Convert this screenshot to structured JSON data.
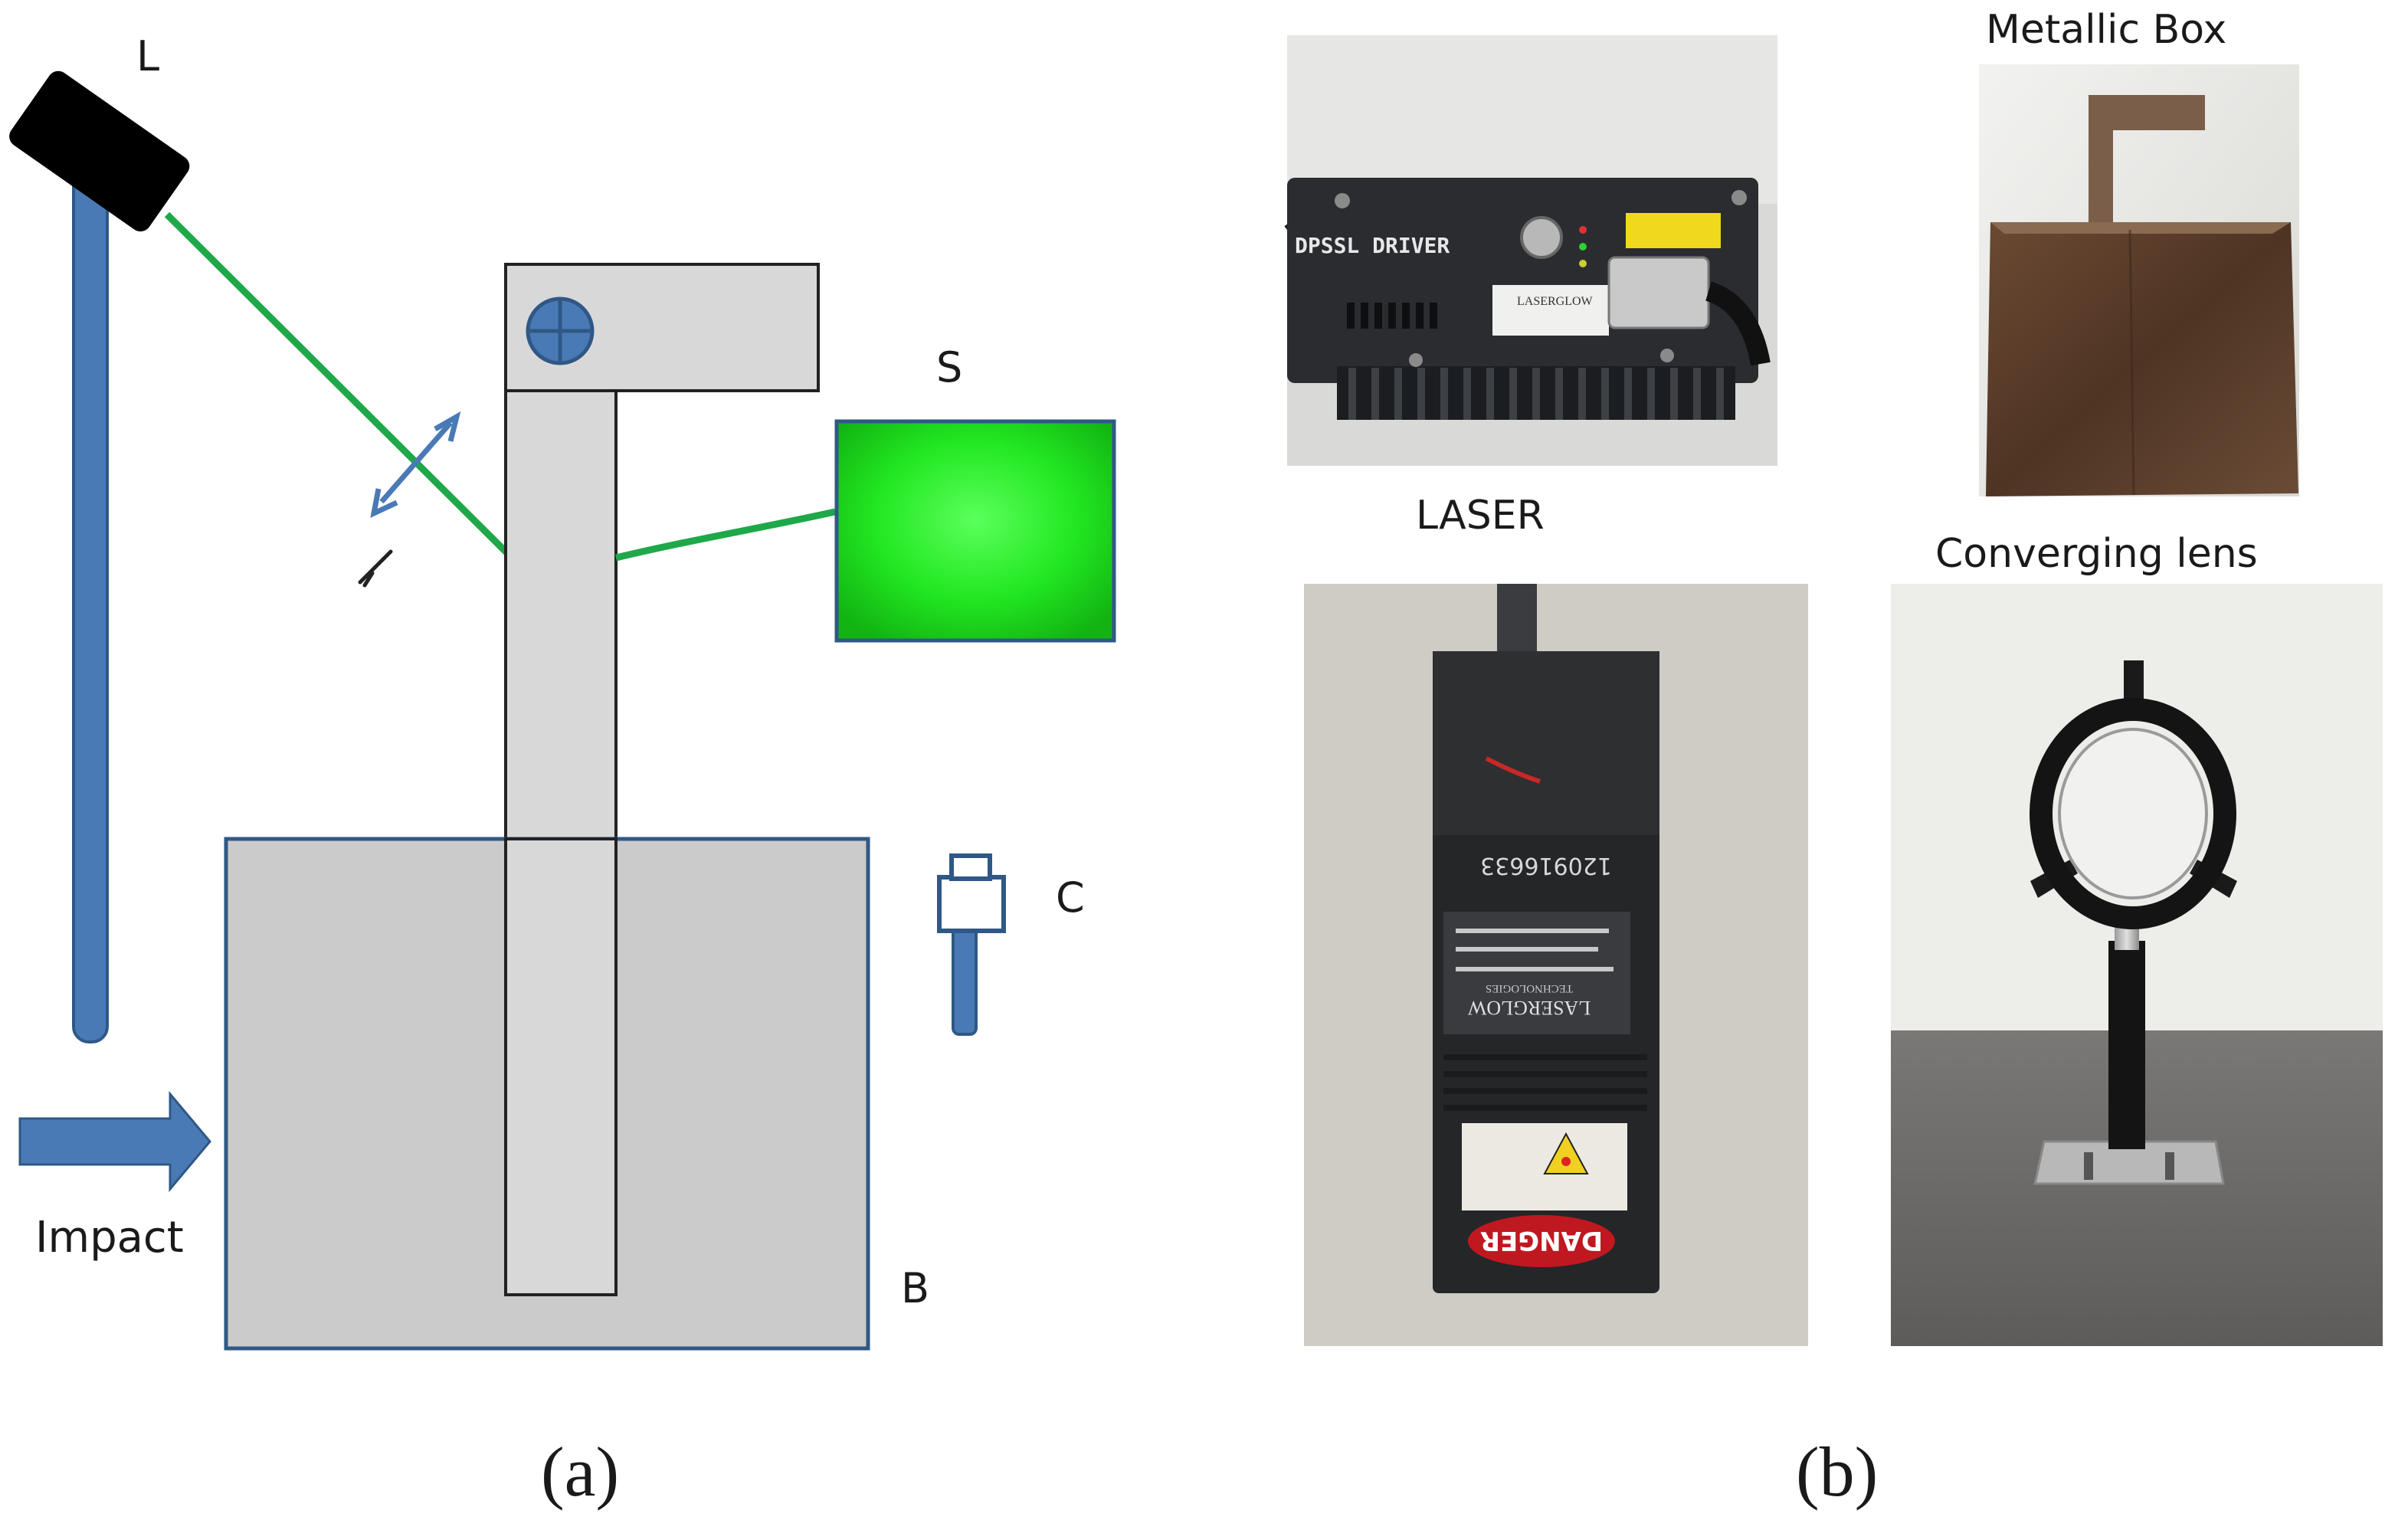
{
  "panel_a": {
    "label_laser": "L",
    "label_screen": "S",
    "label_camera": "C",
    "label_box": "B",
    "label_impact": "Impact",
    "caption": "(a)",
    "colors": {
      "beam": "#1fa84a",
      "steel": "#4a7ab5",
      "box_fill": "#c8c8c8",
      "screen": "#22e822",
      "laser_body": "#000000"
    }
  },
  "panel_b": {
    "label_laser": "LASER",
    "label_box": "Metallic Box",
    "label_lens": "Converging lens",
    "caption": "(b)",
    "driver_text": "DPSSL DRIVER",
    "brand_text": "LASERGLOW",
    "brand_sub": "TECHNOLOGIES",
    "serial_text": "120916633",
    "danger_text": "DANGER"
  }
}
